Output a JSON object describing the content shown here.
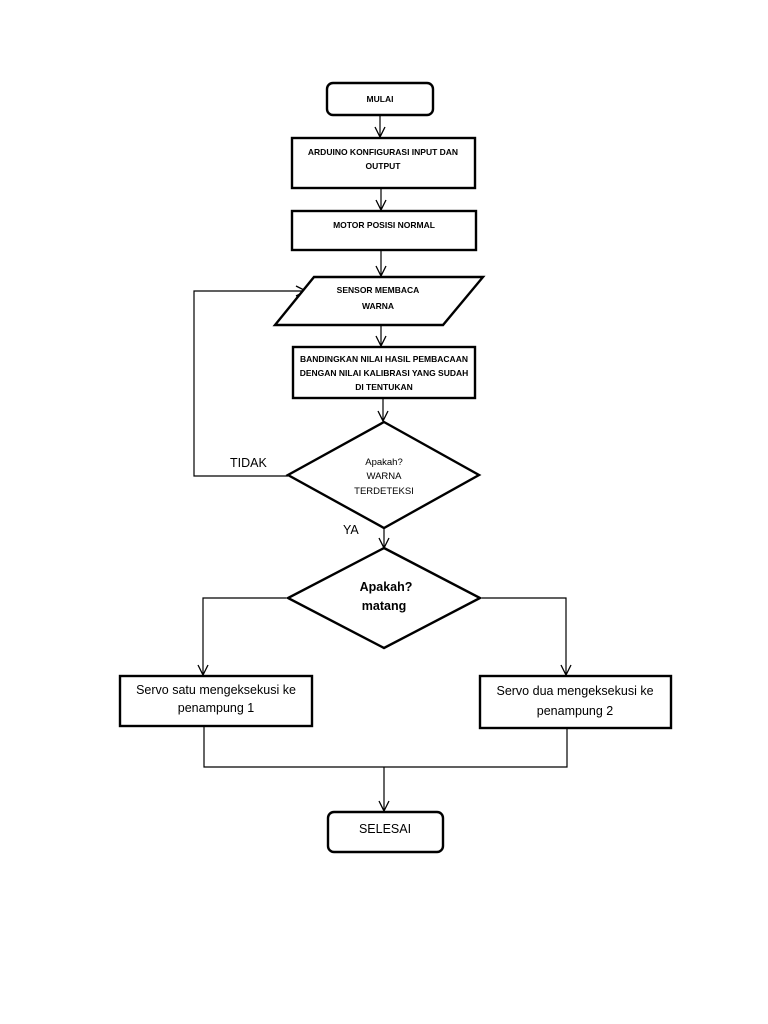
{
  "flowchart": {
    "start": {
      "label": "MULAI"
    },
    "config": {
      "line1": "ARDUINO KONFIGURASI INPUT DAN",
      "line2": "OUTPUT"
    },
    "motor": {
      "label": "MOTOR POSISI NORMAL"
    },
    "sensor": {
      "line1": "SENSOR MEMBACA",
      "line2": "WARNA"
    },
    "compare": {
      "line1": "BANDINGKAN NILAI HASIL PEMBACAAN",
      "line2": "DENGAN NILAI KALIBRASI YANG SUDAH",
      "line3": "DI TENTUKAN"
    },
    "detect": {
      "line1": "Apakah?",
      "line2": "WARNA",
      "line3": "TERDETEKSI"
    },
    "ripe": {
      "line1": "Apakah?",
      "line2": "matang"
    },
    "servo1": {
      "line1": "Servo satu mengeksekusi ke",
      "line2": "penampung 1"
    },
    "servo2": {
      "line1": "Servo dua mengeksekusi ke",
      "line2": "penampung 2"
    },
    "end": {
      "label": "SELESAI"
    },
    "edges": {
      "no_label": "TIDAK",
      "yes_label": "YA"
    }
  }
}
